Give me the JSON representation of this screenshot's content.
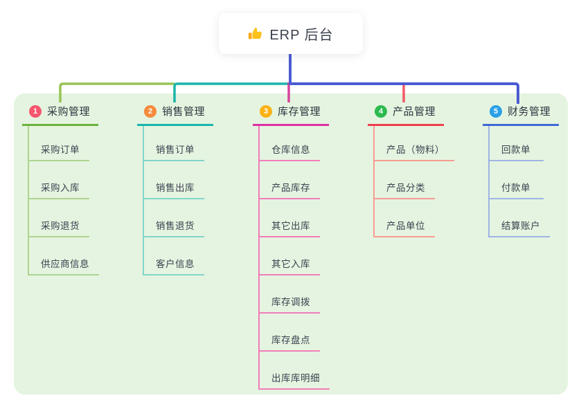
{
  "root": {
    "title": "ERP 后台",
    "icon": "thumbs-up-icon"
  },
  "canvas": {
    "panel_background": "#e5f4e0",
    "trunk_color": "#4b5bd2"
  },
  "branches": [
    {
      "badge": "1",
      "label": "采购管理",
      "badge_color": "#f4566e",
      "color": "#6ab23e",
      "connector_color": "#97c353",
      "child_color": "#aed491",
      "children": [
        "采购订单",
        "采购入库",
        "采购退货",
        "供应商信息"
      ]
    },
    {
      "badge": "2",
      "label": "销售管理",
      "badge_color": "#f58a3c",
      "color": "#1ab4ab",
      "connector_color": "#1ab4ab",
      "child_color": "#82d5cc",
      "children": [
        "销售订单",
        "销售出库",
        "销售退货",
        "客户信息"
      ]
    },
    {
      "badge": "3",
      "label": "库存管理",
      "badge_color": "#fbb216",
      "color": "#dd2fa7",
      "connector_color": "#d6449d",
      "child_color": "#f17cba",
      "children": [
        "仓库信息",
        "产品库存",
        "其它出库",
        "其它入库",
        "库存调拨",
        "库存盘点",
        "出库库明细"
      ]
    },
    {
      "badge": "4",
      "label": "产品管理",
      "badge_color": "#2eba50",
      "color": "#ee3f4d",
      "connector_color": "#f25965",
      "child_color": "#f79b94",
      "children": [
        "产品（物料）",
        "产品分类",
        "产品单位"
      ]
    },
    {
      "badge": "5",
      "label": "财务管理",
      "badge_color": "#2aa0e6",
      "color": "#3f68d4",
      "connector_color": "#4b5bd2",
      "child_color": "#9fb4e6",
      "children": [
        "回款单",
        "付款单",
        "结算账户"
      ]
    }
  ]
}
